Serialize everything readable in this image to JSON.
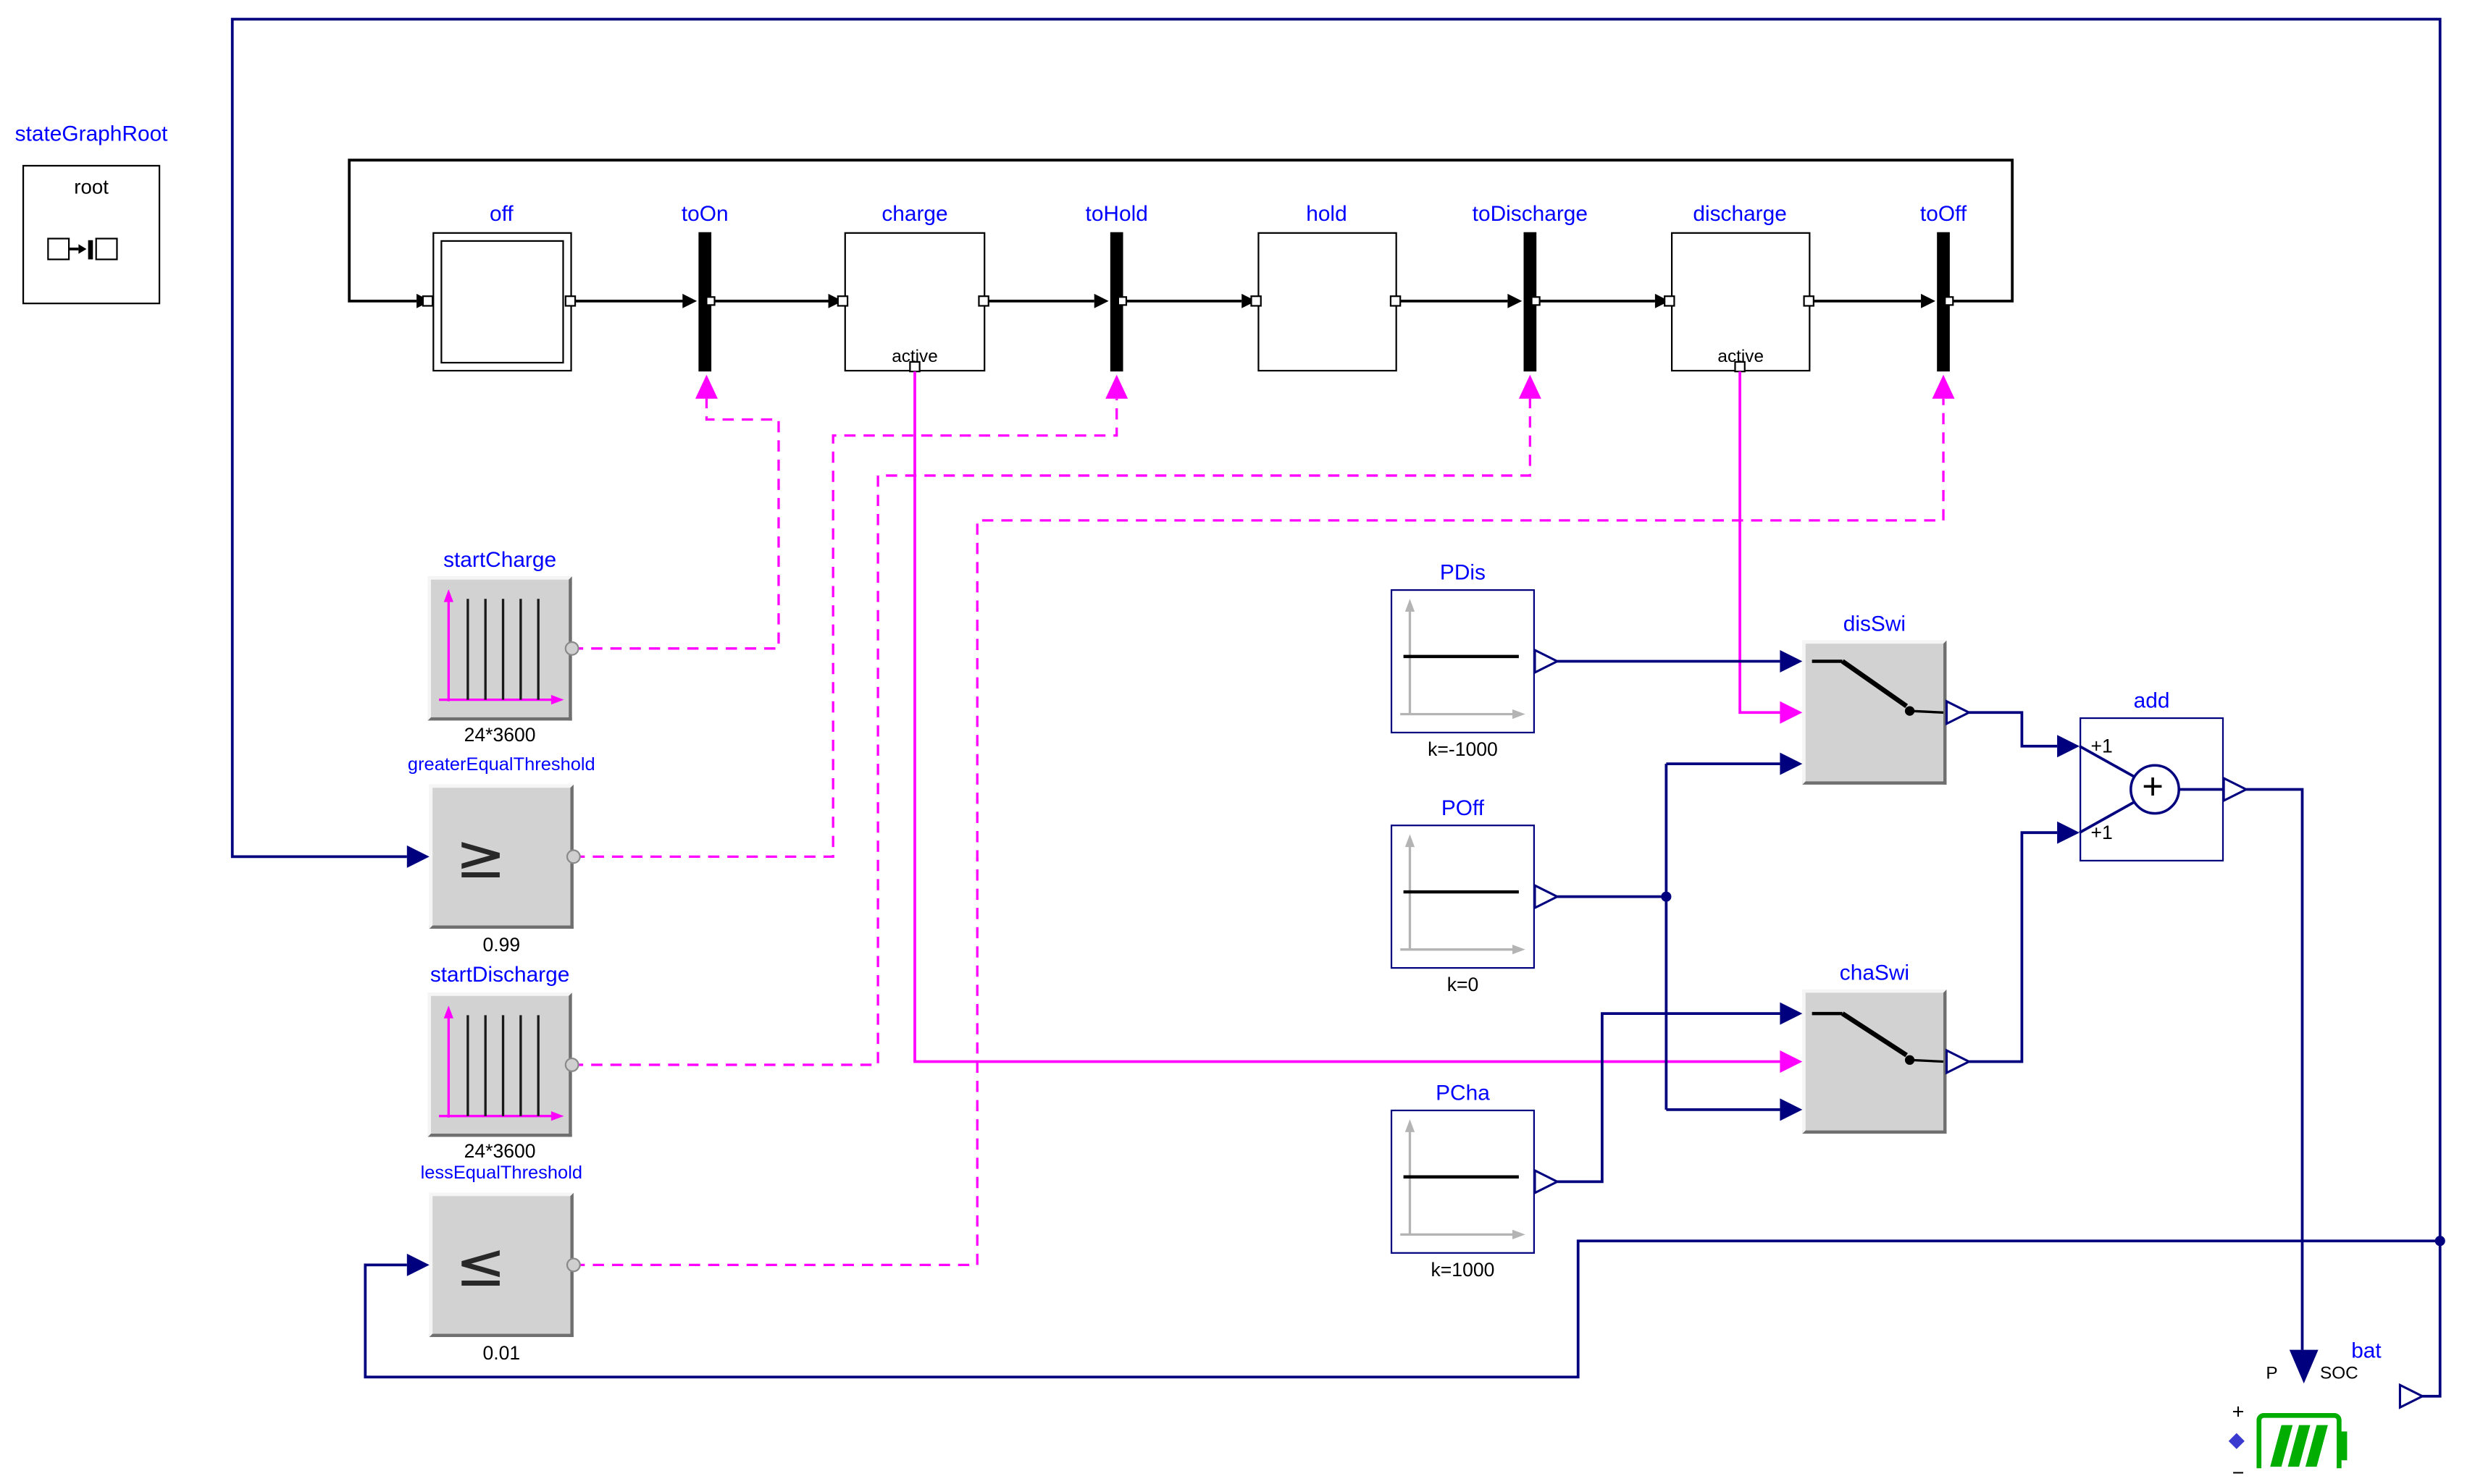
{
  "diagram": {
    "stateGraphRoot": {
      "label": "stateGraphRoot",
      "text": "root"
    },
    "states": [
      {
        "label": "off"
      },
      {
        "label": "charge",
        "status": "active"
      },
      {
        "label": "hold"
      },
      {
        "label": "discharge",
        "status": "active"
      }
    ],
    "transitions": [
      {
        "label": "toOn"
      },
      {
        "label": "toHold"
      },
      {
        "label": "toDischarge"
      },
      {
        "label": "toOff"
      }
    ],
    "blocks": {
      "startCharge": {
        "label": "startCharge",
        "param": "24*3600"
      },
      "greaterEqualThreshold": {
        "label": "greaterEqualThreshold",
        "symbol": "≥",
        "param": "0.99"
      },
      "startDischarge": {
        "label": "startDischarge",
        "param": "24*3600"
      },
      "lessEqualThreshold": {
        "label": "lessEqualThreshold",
        "symbol": "≤",
        "param": "0.01"
      },
      "PDis": {
        "label": "PDis",
        "param": "k=-1000"
      },
      "POff": {
        "label": "POff",
        "param": "k=0"
      },
      "PCha": {
        "label": "PCha",
        "param": "k=1000"
      },
      "disSwi": {
        "label": "disSwi"
      },
      "chaSwi": {
        "label": "chaSwi"
      },
      "add": {
        "label": "add",
        "gain_top": "+1",
        "gain_bottom": "+1",
        "operator": "+"
      },
      "bat": {
        "label": "bat",
        "port_p": "P",
        "port_soc": "SOC",
        "terminal_plus": "+",
        "terminal_minus": "−"
      }
    },
    "colors": {
      "component_label": "#0000ff",
      "real_signal": "#00007f",
      "boolean_signal": "#ff00ff",
      "state_machine_line": "#000000",
      "battery_green": "#00ad00",
      "block_fill_gray": "#d2d2d2"
    }
  }
}
